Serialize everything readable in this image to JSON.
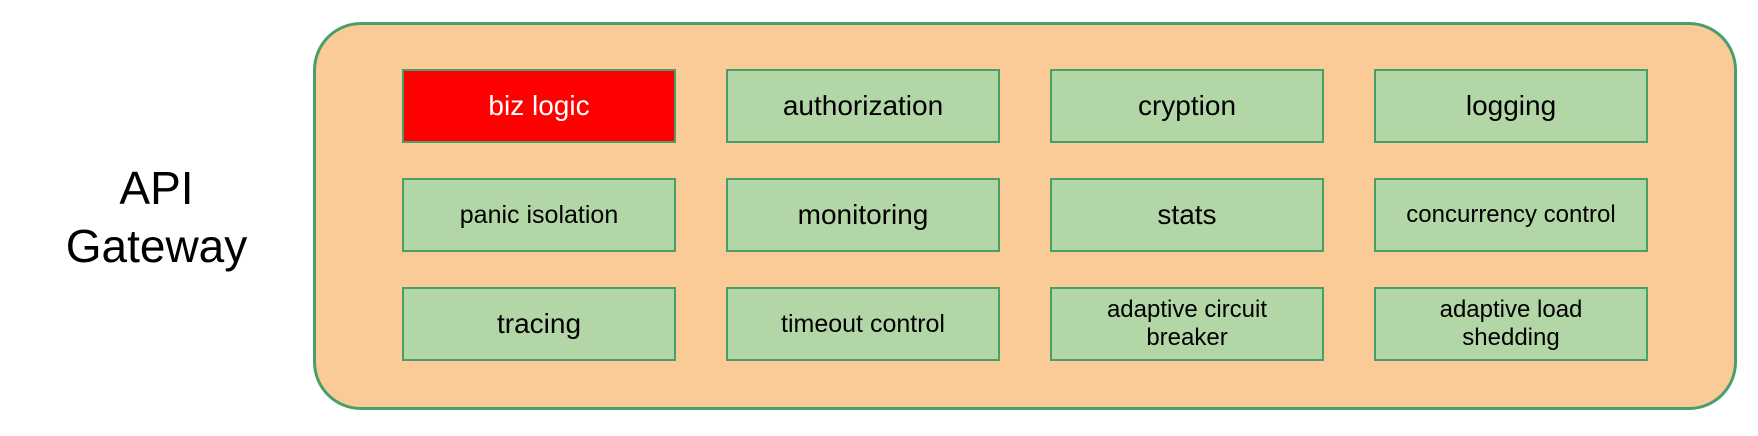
{
  "colors": {
    "page-bg": "#ffffff",
    "container-fill": "#fbcb97",
    "container-border": "#4a9e68",
    "box-fill": "#b2d6a6",
    "box-border": "#4a9e68",
    "highlight-fill": "#ff0000",
    "highlight-text": "#ffffff",
    "text": "#000000"
  },
  "gateway": {
    "title_line1": "API",
    "title_line2": "Gateway",
    "boxes": [
      {
        "label": "biz logic",
        "highlight": true
      },
      {
        "label": "authorization",
        "highlight": false
      },
      {
        "label": "cryption",
        "highlight": false
      },
      {
        "label": "logging",
        "highlight": false
      },
      {
        "label": "panic isolation",
        "highlight": false
      },
      {
        "label": "monitoring",
        "highlight": false
      },
      {
        "label": "stats",
        "highlight": false
      },
      {
        "label": "concurrency control",
        "highlight": false
      },
      {
        "label": "tracing",
        "highlight": false
      },
      {
        "label": "timeout control",
        "highlight": false
      },
      {
        "label": "adaptive circuit breaker",
        "highlight": false
      },
      {
        "label": "adaptive load shedding",
        "highlight": false
      }
    ]
  }
}
